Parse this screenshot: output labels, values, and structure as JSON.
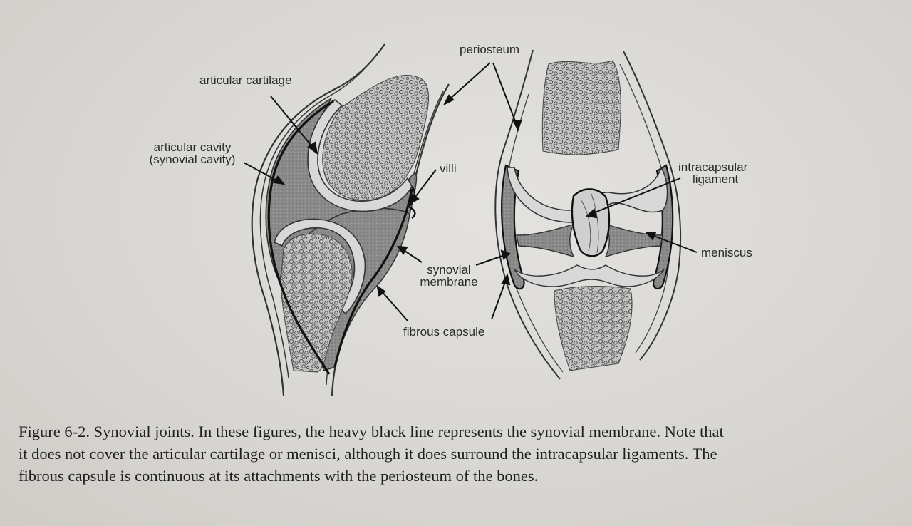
{
  "labels": {
    "periosteum": "periosteum",
    "articular_cartilage": "articular cartilage",
    "articular_cavity_1": "articular cavity",
    "articular_cavity_2": "(synovial cavity)",
    "villi": "villi",
    "synovial_membrane_1": "synovial",
    "synovial_membrane_2": "membrane",
    "fibrous_capsule": "fibrous capsule",
    "intracapsular_ligament_1": "intracapsular",
    "intracapsular_ligament_2": "ligament",
    "meniscus": "meniscus"
  },
  "caption": {
    "line1": "Figure 6-2. Synovial joints. In these figures, the heavy black line represents the synovial membrane. Note that",
    "line2": "it does not cover the articular cartilage or menisci, although it does surround the intracapsular ligaments. The",
    "line3": "fibrous capsule is continuous at its attachments with the periosteum of the bones."
  },
  "colors": {
    "ink": "#2a2a2a",
    "cavity_fill": "#8f8f8f",
    "bone_fill": "#bdbdbd",
    "cartilage_fill": "#d4d4d4",
    "paper": "#dddbd7"
  }
}
